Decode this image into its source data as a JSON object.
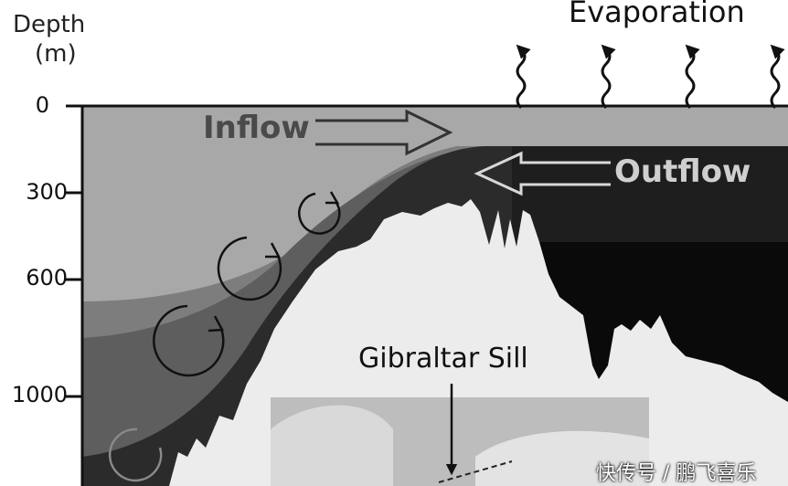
{
  "axis": {
    "title": "Depth",
    "unit": "(m)",
    "ticks": [
      "0",
      "300",
      "600",
      "1000"
    ]
  },
  "labels": {
    "evaporation": "Evaporation",
    "inflow": "Inflow",
    "outflow": "Outflow",
    "sill": "Gibraltar Sill"
  },
  "watermark": "快传号 / 鹏飞喜乐",
  "colors": {
    "surface_water": "#a8a8a8",
    "atlantic_water": "#7d7d7d",
    "mid_water": "#5a5a5a",
    "med_water": "#1e1e1e",
    "med_deep": "#0a0a0a",
    "seafloor": "#ececec",
    "inset": "#bdbdbd"
  },
  "icons": [
    "wavy-up-arrow-icon",
    "flow-arrow-icon",
    "eddy-circle-icon"
  ]
}
